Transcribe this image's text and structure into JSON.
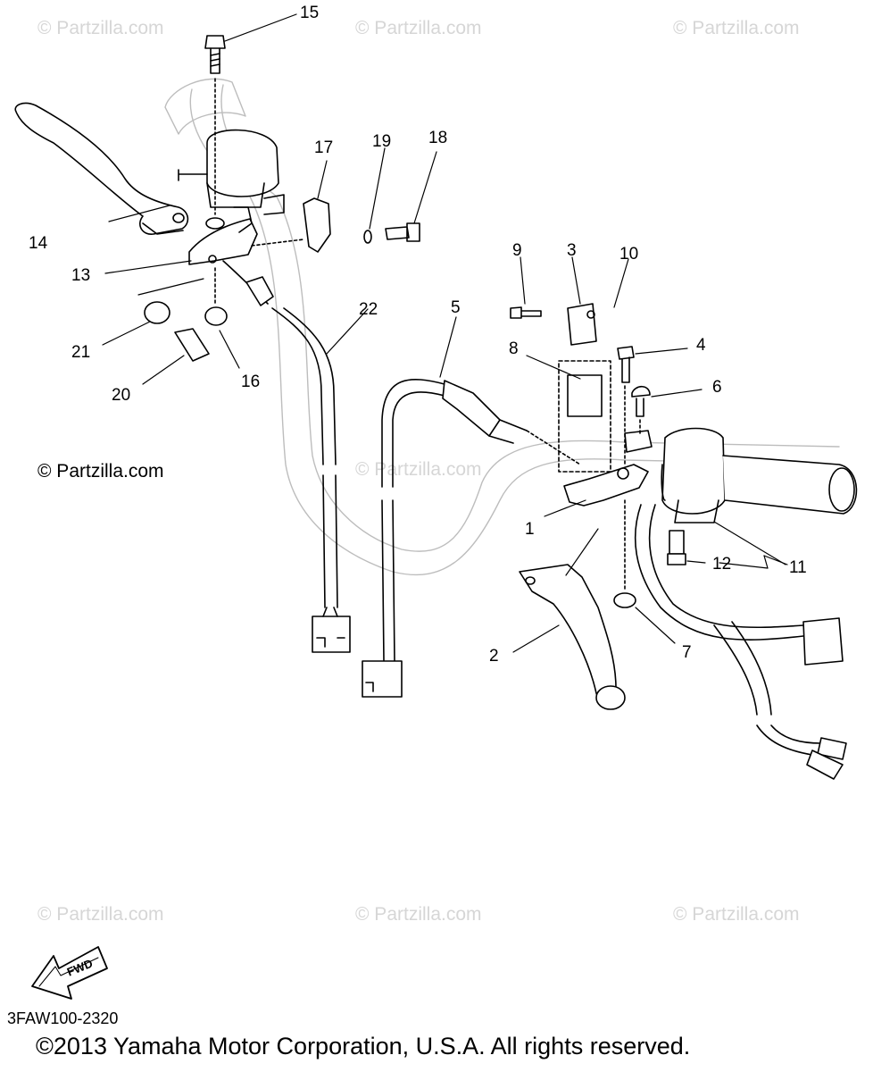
{
  "watermark": "© Partzilla.com",
  "watermark_main": "© Partzilla.com",
  "fwd_label": "FWD",
  "diagram_code": "3FAW100-2320",
  "copyright": "©2013 Yamaha Motor Corporation, U.S.A. All rights reserved.",
  "callouts": [
    "1",
    "2",
    "3",
    "4",
    "5",
    "6",
    "7",
    "8",
    "9",
    "10",
    "11",
    "12",
    "13",
    "14",
    "15",
    "16",
    "17",
    "18",
    "19",
    "20",
    "21",
    "22"
  ]
}
